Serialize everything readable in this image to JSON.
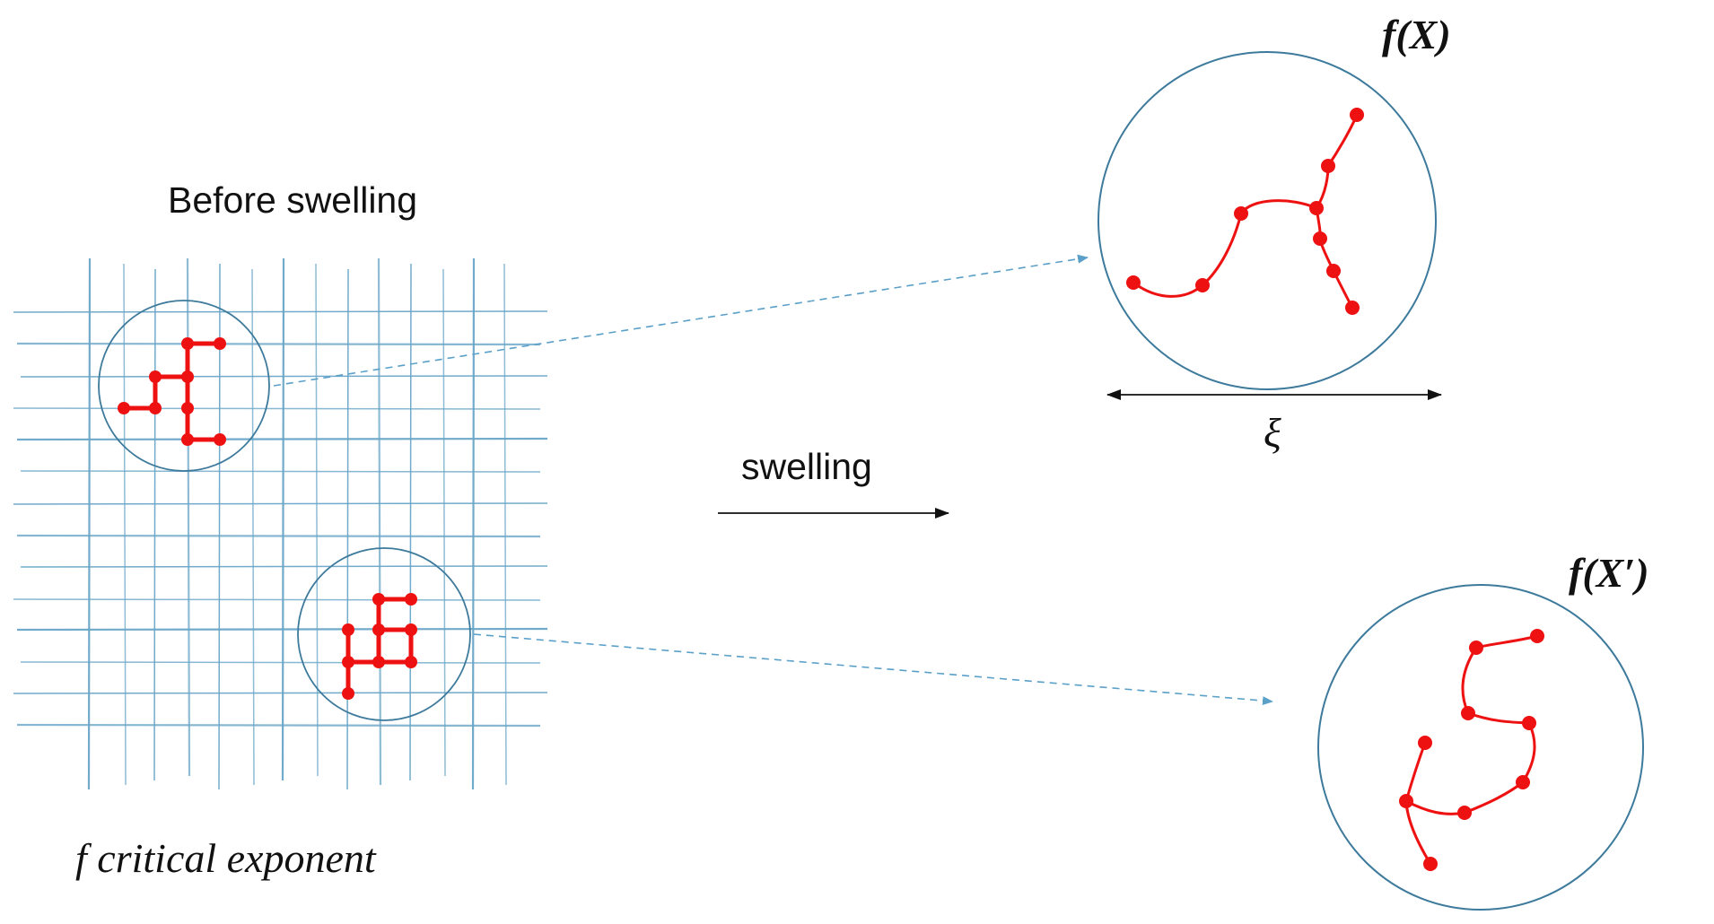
{
  "labels": {
    "before": "Before swelling",
    "swelling": "swelling",
    "critical": "f critical exponent",
    "fx": "f(X)",
    "fxprime": "f(X′)",
    "xi": "ξ"
  },
  "colors": {
    "grid": "#6aa6c8",
    "circle": "#3d7a9c",
    "chain": "#ee1111",
    "dashed_arrow": "#5aa0c8",
    "arrow": "#111111"
  }
}
